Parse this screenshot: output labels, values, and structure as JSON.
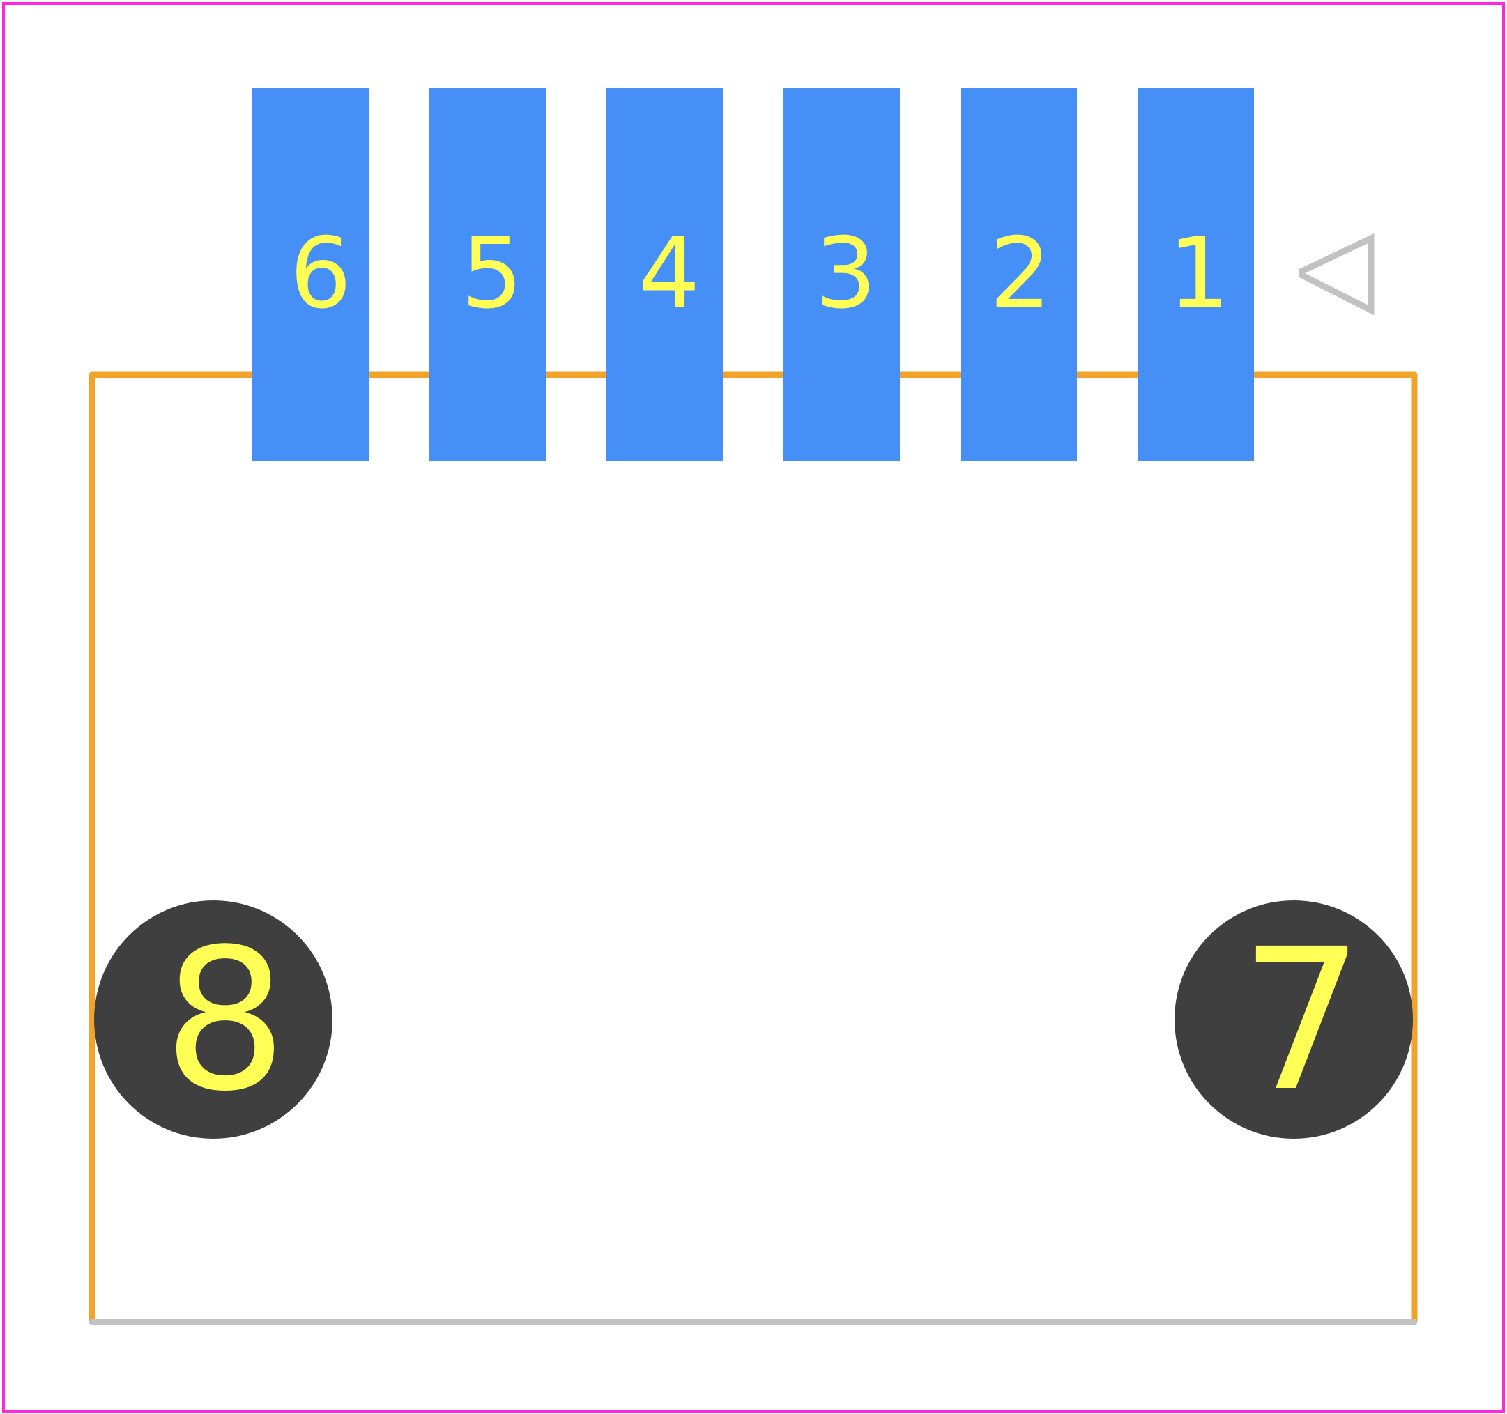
{
  "footprint": {
    "colors": {
      "background": "#ffffff",
      "courtyard": "#ff26e2",
      "silkscreen": "#f2a32a",
      "fab_outline": "#c2c2c2",
      "pad": "#468ff7",
      "pad_label": "#ffff55",
      "mounting_hole": "#3f3f3f",
      "hole_label": "#ffff55",
      "pin1_marker": "#c2c2c2"
    },
    "smd_pads": [
      {
        "label": "6"
      },
      {
        "label": "5"
      },
      {
        "label": "4"
      },
      {
        "label": "3"
      },
      {
        "label": "2"
      },
      {
        "label": "1"
      }
    ],
    "mounting_holes": [
      {
        "label": "8"
      },
      {
        "label": "7"
      }
    ],
    "pin1_marker_icon": "triangle-pointer-icon"
  }
}
